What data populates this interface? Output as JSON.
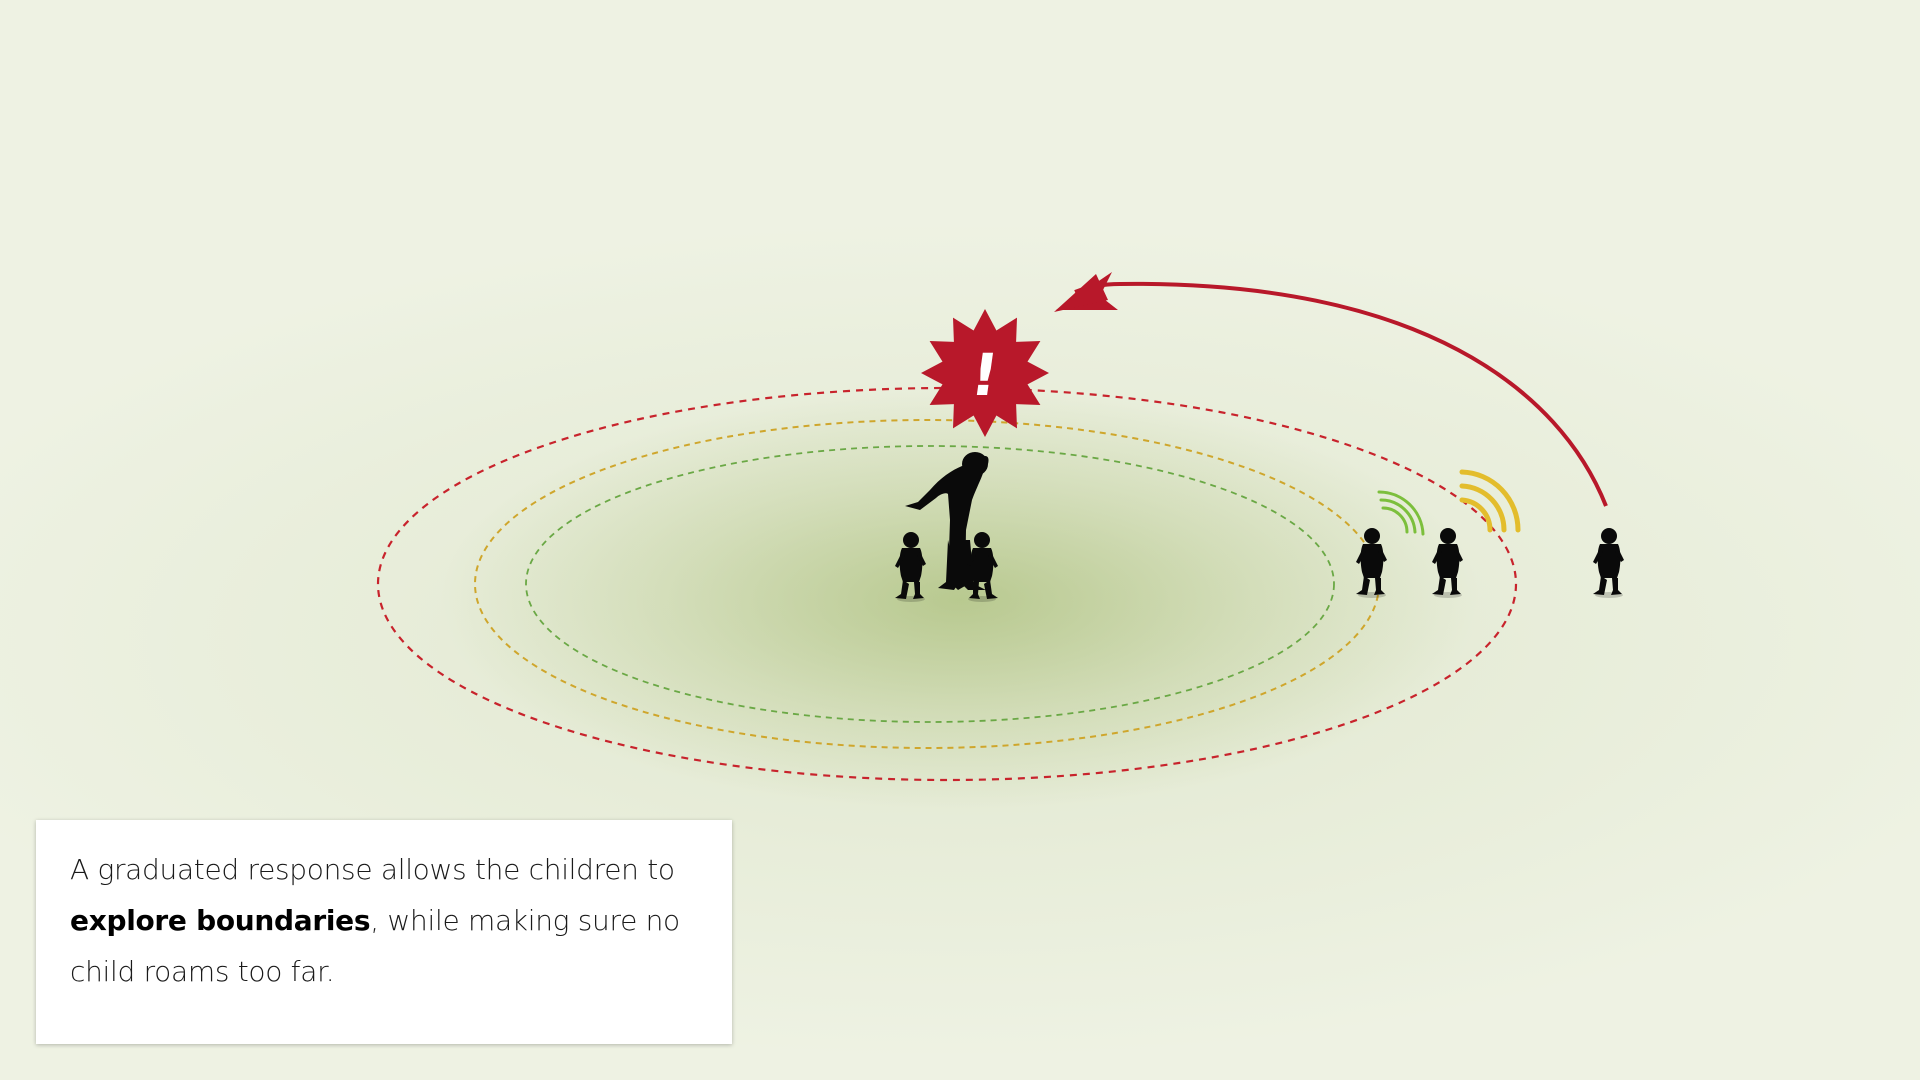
{
  "caption": {
    "line_before": "A graduated response allows the children to",
    "bold": "explore boundaries",
    "line_after": ", while making sure no child roams too far."
  },
  "alert_glyph": "!",
  "colors": {
    "background": "#eef2e3",
    "grass": "#9cb25e",
    "ring_inner": "#6aa845",
    "ring_middle": "#cfa62c",
    "ring_outer": "#c8232c",
    "alert_star": "#b8182a",
    "arrow": "#b8182a",
    "signal_green": "#7cbf3c",
    "signal_yellow": "#e3bd2c",
    "silhouette": "#0a0a0a"
  },
  "icons": [
    "alert-burst-icon",
    "adult-silhouette-icon",
    "child-silhouette-icon",
    "signal-wave-icon",
    "return-arrow-icon"
  ]
}
